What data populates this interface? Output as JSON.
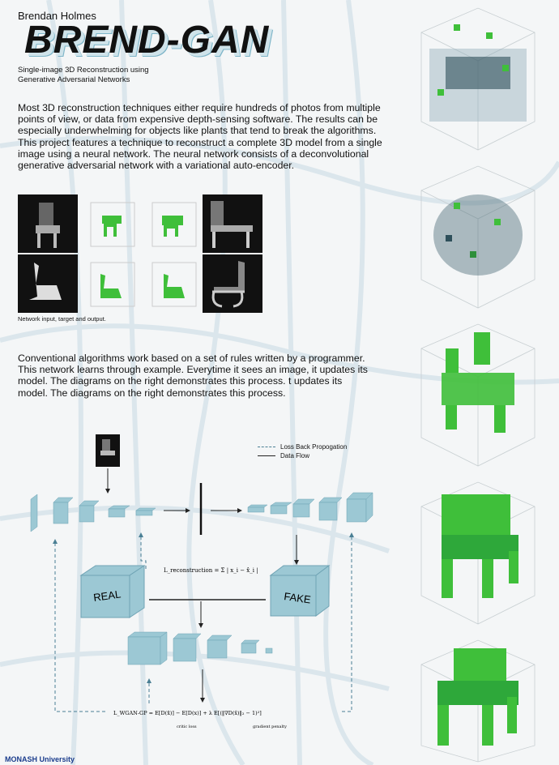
{
  "header": {
    "author": "Brendan Holmes",
    "title": "BREND-GAN",
    "subtitle": "Single-image 3D Reconstruction using Generative Adversarial Networks"
  },
  "intro": "Most 3D reconstruction techniques either require hundreds of photos from multiple points of view, or data from expensive depth-sensing software. The results can be especially underwhelming for objects like plants that tend to break the algorithms. This project features a technique to reconstruct a complete 3D model from a single image using a neural network. The neural network consists of a deconvolutional generative adversarial network with a variational auto-encoder.",
  "figure_caption": "Network input, target and output.",
  "para2": "Conventional algorithms work based on a set of rules written by a programmer. This network learns through example. Everytime it sees an image, it updates its model. The diagrams on the right demonstrates this process. t updates its model. The diagrams on the right demonstrates this process.",
  "legend": {
    "loss": "Loss Back Propogation",
    "flow": "Data Flow"
  },
  "diagram": {
    "real": "REAL",
    "fake": "FAKE",
    "loss_recon": "L_reconstruction = Σ | x_i − x̂_i |",
    "loss_wgan": "L_WGAN-GP = E[D(x̃)] − E[D(x)] + λ E[(‖∇D(x̂)‖₂ − 1)²]",
    "critic_loss": "critic loss",
    "gradient_penalty": "gradient penalty"
  },
  "footer": {
    "institution": "MONASH University"
  },
  "colors": {
    "accent": "#7fb6c9",
    "box": "#9cc8d4",
    "green": "#3fbf3a"
  }
}
